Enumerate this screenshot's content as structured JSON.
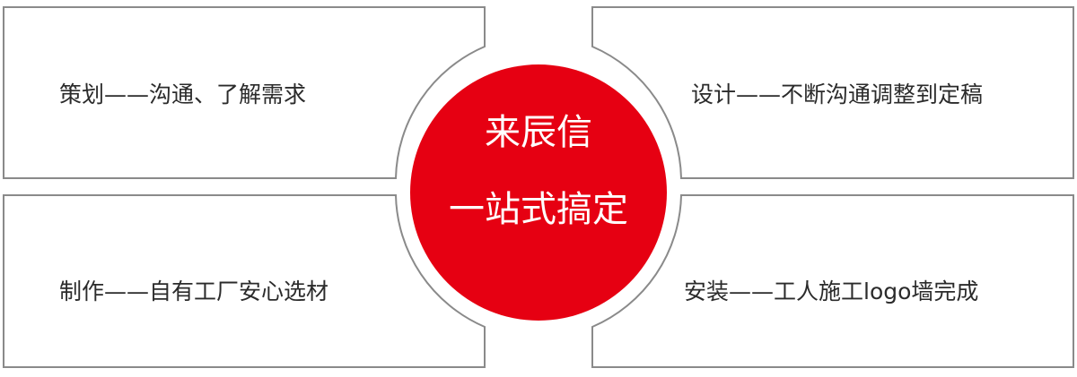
{
  "center": {
    "line1": "来辰信",
    "line2": "一站式搞定",
    "color": "#e60012"
  },
  "panels": [
    {
      "position": "top-left",
      "text": "策划——沟通、了解需求"
    },
    {
      "position": "top-right",
      "text": "设计——不断沟通调整到定稿"
    },
    {
      "position": "bottom-left",
      "text": "制作——自有工厂安心选材"
    },
    {
      "position": "bottom-right",
      "text": "安装——工人施工logo墙完成"
    }
  ],
  "colors": {
    "border": "#8a8a8a",
    "text": "#2b2b2b",
    "accent": "#e60012"
  }
}
